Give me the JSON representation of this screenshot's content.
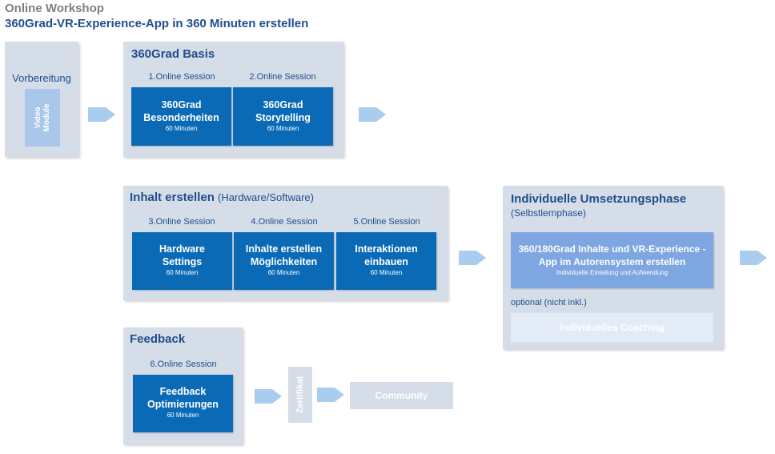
{
  "header": {
    "line1": "Online Workshop",
    "line2": "360Grad-VR-Experience-App in 360 Minuten erstellen"
  },
  "vorbereitung": {
    "title": "Vorbereitung",
    "video_label": "Video Module"
  },
  "basis": {
    "title": "360Grad Basis",
    "sessions": [
      {
        "label": "1.Online Session",
        "line1": "360Grad",
        "line2": "Besonderheiten",
        "duration": "60 Minuten"
      },
      {
        "label": "2.Online Session",
        "line1": "360Grad",
        "line2": "Storytelling",
        "duration": "60 Minuten"
      }
    ]
  },
  "inhalt": {
    "title": "Inhalt erstellen",
    "subtitle": "(Hardware/Software)",
    "sessions": [
      {
        "label": "3.Online Session",
        "line1": "Hardware",
        "line2": "Settings",
        "duration": "60 Minuten"
      },
      {
        "label": "4.Online Session",
        "line1": "Inhalte erstellen",
        "line2": "Möglichkeiten",
        "duration": "60 Minuten"
      },
      {
        "label": "5.Online Session",
        "line1": "Interaktionen",
        "line2": "einbauen",
        "duration": "60 Minuten"
      }
    ]
  },
  "umsetzung": {
    "title": "Individuelle Umsetzungsphase",
    "subtitle": "(Selbstlernphase)",
    "box_line1": "360/180Grad Inhalte und VR-Experience -",
    "box_line2": "App  im Autorensystem erstellen",
    "box_small": "Individuelle Einteilung und Aufwendung",
    "optional_label": "optional (nicht inkl.)",
    "coaching_label": "Individuelles Coaching"
  },
  "feedback": {
    "title": "Feedback",
    "session_label": "6.Online Session",
    "line1": "Feedback",
    "line2": "Optimierungen",
    "duration": "60 Minuten"
  },
  "zertifikat_label": "Zertifikat",
  "community_label": "Community",
  "colors": {
    "panel": "#d5dde8",
    "session_box": "#0a6ab6",
    "title_blue": "#1f4e8c",
    "arrow": "#a9cdee",
    "umsetzung_box": "#7ea6e0"
  }
}
